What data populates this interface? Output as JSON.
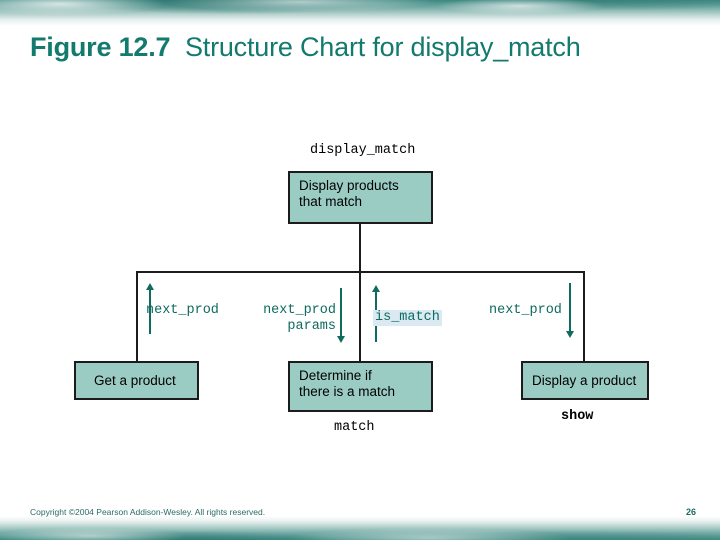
{
  "slide": {
    "title_bold": "Figure 12.7",
    "title_regular": "Structure Chart for display_match",
    "footer_copyright": "Copyright ©2004 Pearson Addison-Wesley. All rights reserved.",
    "footer_page_number": "26"
  },
  "colors": {
    "title_teal": "#127a6e",
    "box_fill": "#9bccc4",
    "box_border": "#1c1c1c",
    "coupling_label": "#0d6b60",
    "highlight": "#dbeaf2",
    "band_teal": "#3f8a83"
  },
  "chart_data": {
    "type": "diagram",
    "diagram_kind": "structure-chart",
    "title": "Structure Chart for display_match",
    "nodes": [
      {
        "id": "root",
        "module_name": "display_match",
        "box_text_line1": "Display products",
        "box_text_line2": "that match",
        "name_position": "above"
      },
      {
        "id": "get",
        "module_name": "",
        "box_text_line1": "Get a product",
        "box_text_line2": "",
        "name_position": "none"
      },
      {
        "id": "match",
        "module_name": "match",
        "box_text_line1": "Determine if",
        "box_text_line2": "there is a match",
        "name_position": "below"
      },
      {
        "id": "display",
        "module_name": "show",
        "box_text_line1": "Display a product",
        "box_text_line2": "",
        "name_position": "below"
      }
    ],
    "edges": [
      {
        "from": "root",
        "to": "get",
        "couples": [
          {
            "name": "next_prod",
            "direction": "up",
            "highlighted": false
          }
        ]
      },
      {
        "from": "root",
        "to": "match",
        "couples": [
          {
            "name": "next_prod params",
            "direction": "down",
            "highlighted": false
          },
          {
            "name": "is_match",
            "direction": "up",
            "highlighted": true
          }
        ]
      },
      {
        "from": "root",
        "to": "display",
        "couples": [
          {
            "name": "next_prod",
            "direction": "down",
            "highlighted": false
          }
        ]
      }
    ]
  },
  "diagram": {
    "root_name": "display_match",
    "root_line1": "Display products",
    "root_line2": "that match",
    "child1_text": "Get a product",
    "child1_couple": "next_prod",
    "child2_line1": "Determine if",
    "child2_line2": "there is a match",
    "child2_name": "match",
    "child2_couple_out_line1": "next_prod",
    "child2_couple_out_line2": "params",
    "child2_couple_in": "is_match",
    "child3_text": "Display a product",
    "child3_name": "show",
    "child3_couple": "next_prod"
  }
}
